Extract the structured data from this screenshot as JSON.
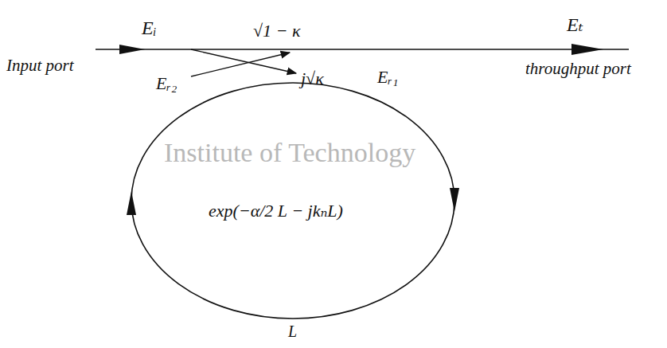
{
  "diagram": {
    "labels": [
      "Eᵢ",
      "Input port",
      "√1 − κ",
      "Eₜ",
      "throughput port",
      "j√κ",
      "Eᵣ₂",
      "Eᵣ₁",
      "Institute of Technology",
      "exp(−α/2 L − jkₙL)",
      "L"
    ]
  }
}
